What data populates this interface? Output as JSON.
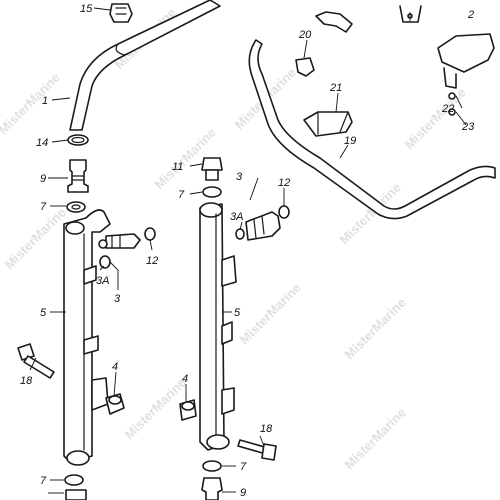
{
  "diagram": {
    "watermark": "MisterMarine",
    "callouts": {
      "c15": "15",
      "c2": "2",
      "c20": "20",
      "c1": "1",
      "c21": "21",
      "c22": "22",
      "c23": "23",
      "c14": "14",
      "c19": "19",
      "c9a": "9",
      "c11": "11",
      "c3a": "3",
      "c12a": "12",
      "c7a": "7",
      "c7b": "7",
      "c3Aa": "3A",
      "c3Ab": "3A",
      "c12b": "12",
      "c3b": "3",
      "c5a": "5",
      "c5b": "5",
      "c18a": "18",
      "c4a": "4",
      "c4b": "4",
      "c18b": "18",
      "c7c": "7",
      "c7d": "7",
      "c9b": "9"
    }
  }
}
